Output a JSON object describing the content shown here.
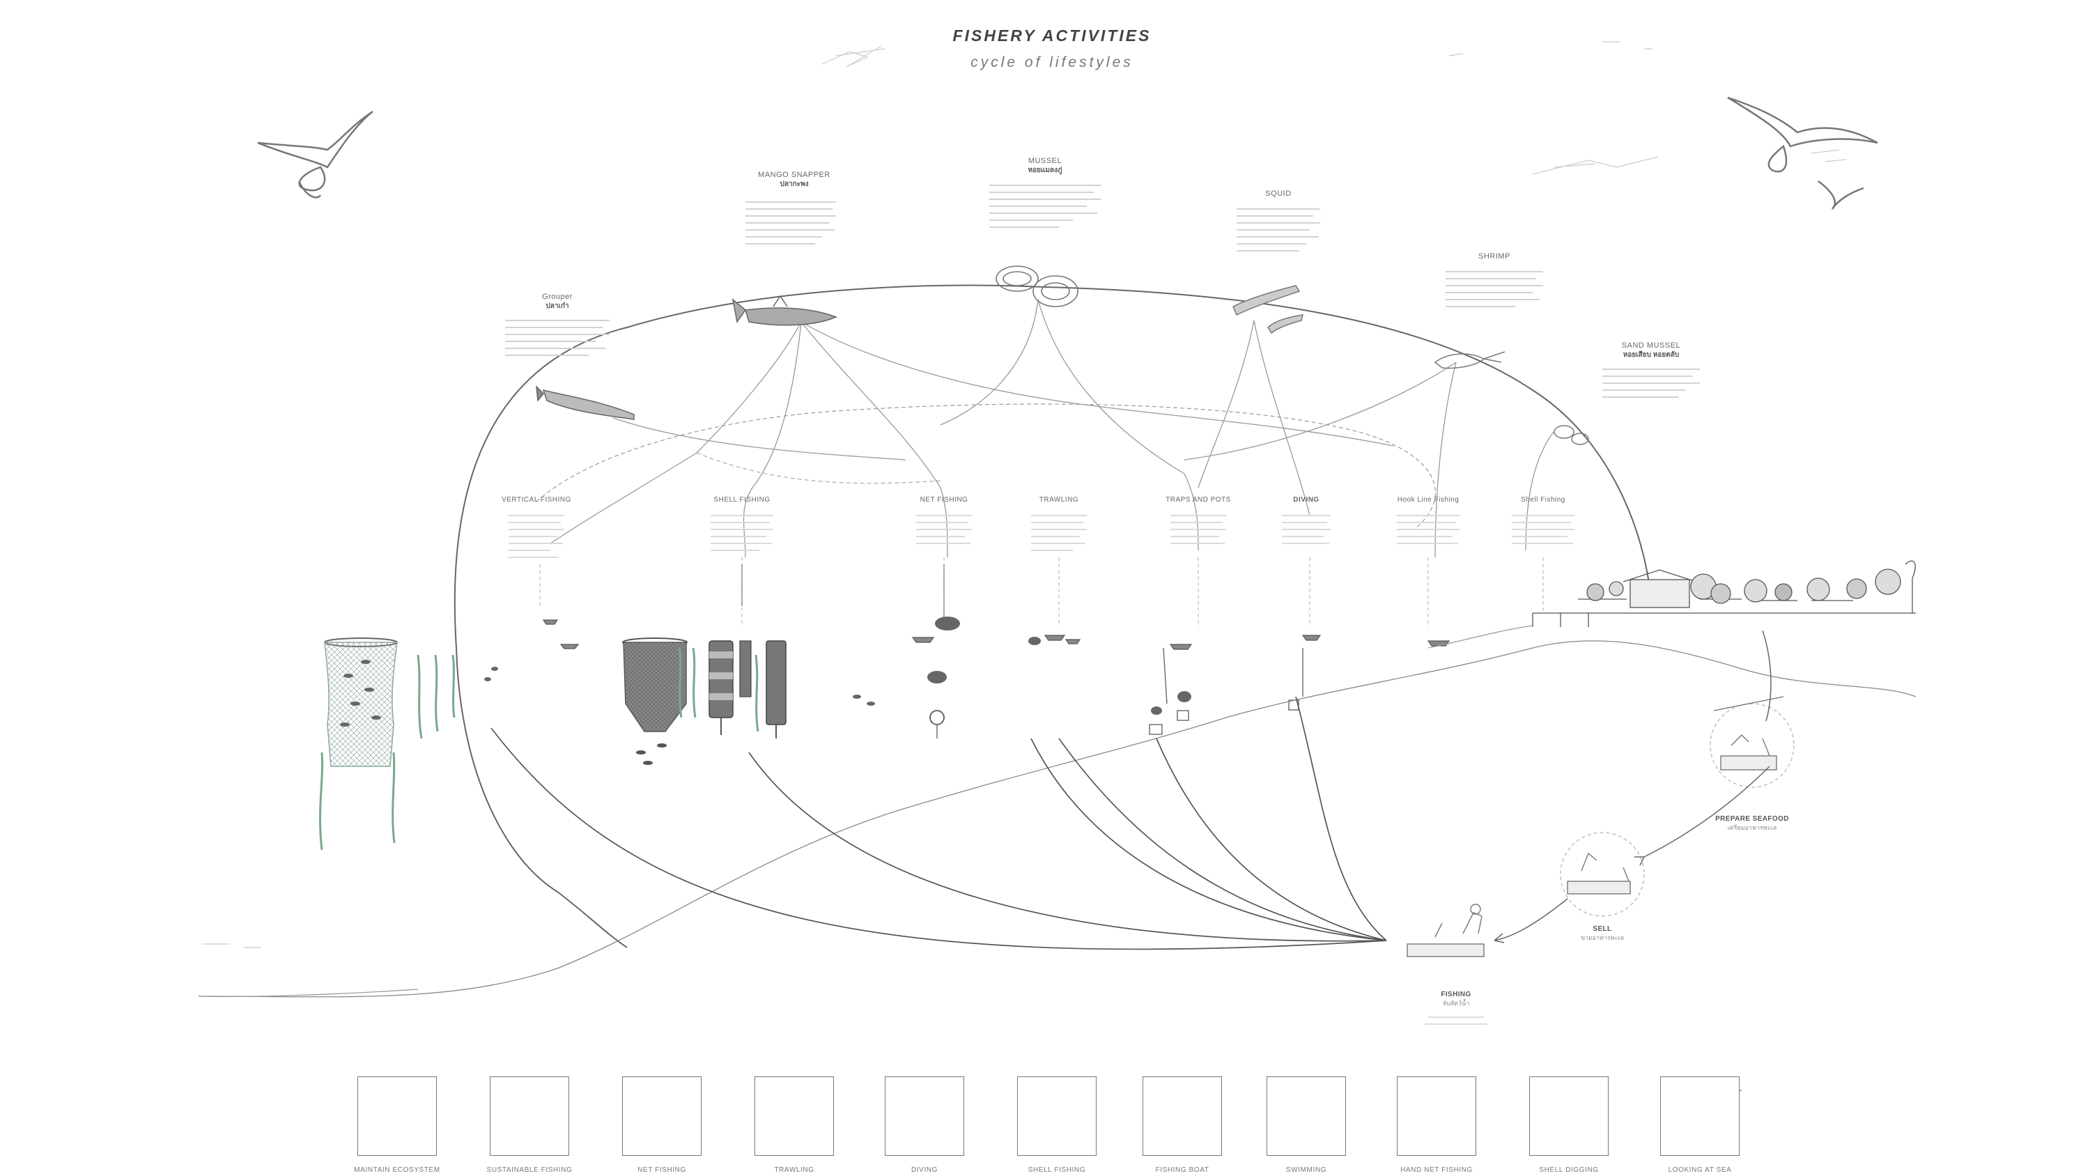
{
  "header": {
    "title": "FISHERY ACTIVITIES",
    "subtitle": "cycle of lifestyles"
  },
  "species": [
    {
      "name": "Grouper",
      "local": "ปลาเก๋า"
    },
    {
      "name": "MANGO SNAPPER",
      "local": "ปลากะพง"
    },
    {
      "name": "MUSSEL",
      "local": "หอยแมลงภู่"
    },
    {
      "name": "SQUID",
      "local": ""
    },
    {
      "name": "SHRIMP",
      "local": ""
    },
    {
      "name": "SAND MUSSEL",
      "local": "หอยเสียบ หอยตลับ"
    }
  ],
  "activities": [
    {
      "name": "VERTICAL FISHING"
    },
    {
      "name": "SHELL FISHING"
    },
    {
      "name": "NET FISHING"
    },
    {
      "name": "TRAWLING"
    },
    {
      "name": "TRAPS AND POTS"
    },
    {
      "name": "DIVING"
    },
    {
      "name": "Hook Line Fishing"
    },
    {
      "name": "Shell Fishing"
    }
  ],
  "lifecycle": [
    {
      "name": "PREPARE SEAFOOD",
      "sub": "เตรียมอาหารทะเล"
    },
    {
      "name": "SELL",
      "sub": "ขายอาหารทะเล"
    },
    {
      "name": "FISHING",
      "sub": "จับสัตว์น้ำ"
    }
  ],
  "panels": [
    {
      "label": "MAINTAIN ECOSYSTEM"
    },
    {
      "label": "SUSTAINABLE FISHING"
    },
    {
      "label": "NET FISHING"
    },
    {
      "label": "TRAWLING"
    },
    {
      "label": "DIVING"
    },
    {
      "label": "SHELL FISHING"
    },
    {
      "label": "FISHING BOAT"
    },
    {
      "label": "SWIMMING"
    },
    {
      "label": "HAND NET FISHING"
    },
    {
      "label": "SHELL DIGGING"
    },
    {
      "label": "LOOKING AT SEA"
    }
  ]
}
